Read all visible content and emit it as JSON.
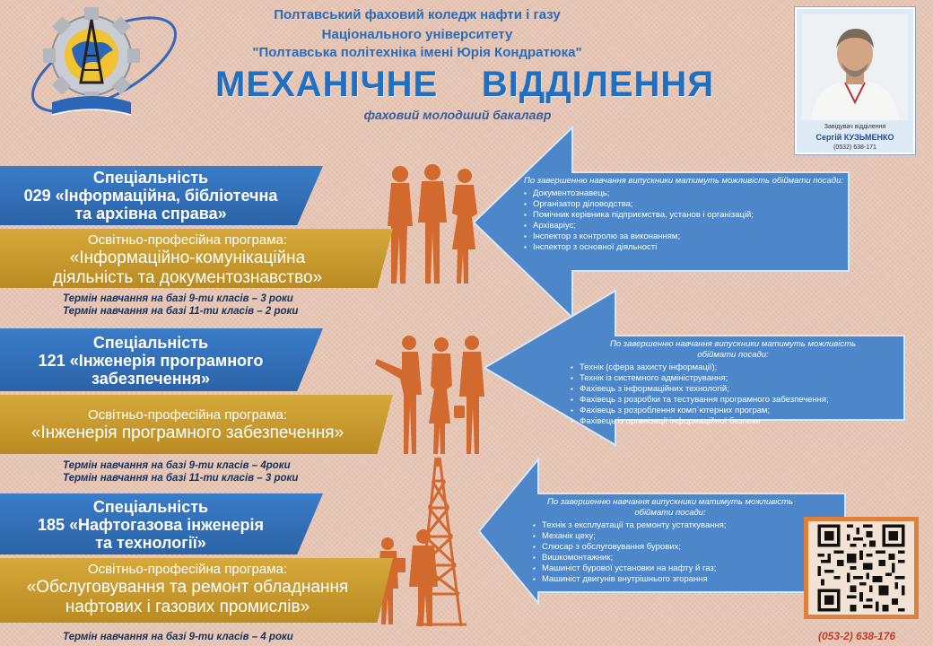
{
  "header": {
    "college_lines": [
      "Полтавський фаховий коледж нафти і газу",
      "Національного університету",
      "\"Полтавська політехніка імені Юрія Кондратюка\""
    ],
    "department_title": "МЕХАНІЧНЕ    ВІДДІЛЕННЯ",
    "degree": "фаховий молодший бакалавр"
  },
  "head": {
    "role": "Завідувач відділення",
    "name": "Сергій КУЗЬМЕНКО",
    "phone": "(0532) 638-171"
  },
  "specialties": [
    {
      "line1": "Спеціальність",
      "line2": "029 «Інформаційна, бібліотечна",
      "line3": "та архівна справа»",
      "program_label": "Освітньо-професійна програма:",
      "program_line1": "«Інформаційно-комунікаційна",
      "program_line2": "діяльність та документознавство»",
      "terms": [
        "Термін навчання на базі   9-ти класів – 3 роки",
        "Термін навчання на базі 11-ти класів – 2 роки"
      ],
      "positions_intro": "По завершенню навчання випускники матимуть можливість обіймати посади:",
      "positions": [
        "Документознавець;",
        "Організатор діловодства;",
        "Помічник керівника підприємства, установ і організацій;",
        "Архіваріус;",
        "Інспектор з контролю за виконанням;",
        "Інспектор з основної діяльності"
      ]
    },
    {
      "line1": "Спеціальність",
      "line2": "121 «Інженерія програмного",
      "line3": "забезпечення»",
      "program_label": "Освітньо-професійна програма:",
      "program_line1": "«Інженерія  програмного забезпечення»",
      "program_line2": "",
      "terms": [
        "Термін навчання на базі 9-ти класів – 4роки",
        "Термін навчання на базі 11-ти класів – 3 роки"
      ],
      "positions_intro": "По завершенню навчання випускники матимуть можливість обіймати посади:",
      "positions": [
        "Технік (сфера захисту інформації);",
        "Технік із системного адміністрування;",
        "Фахівець з інформаційних технологій;",
        "Фахівець з розробки та тестування програмного забезпечення;",
        "Фахівець з розроблення комп`ютерних програм;",
        "Фахівець із організації інформаційної безпеки"
      ]
    },
    {
      "line1": "Спеціальність",
      "line2": "185 «Нафтогазова інженерія",
      "line3": "та технології»",
      "program_label": "Освітньо-професійна програма:",
      "program_line1": "«Обслуговування  та ремонт обладнання",
      "program_line2": "нафтових і газових промислів»",
      "terms": [
        "Термін навчання на базі 9-ти класів – 4 роки"
      ],
      "positions_intro": "По завершенню навчання випускники матимуть можливість обіймати посади:",
      "positions": [
        "Технік з експлуатації та ремонту устаткування;",
        "Механік цеху;",
        "Слюсар з обслуговування бурових;",
        "Вишкомонтажник;",
        "Машиніст бурової установки на нафту й газ;",
        "Машиніст двигунів внутрішнього згорання"
      ]
    }
  ],
  "contact_phone": "(053-2) 638-176",
  "colors": {
    "background": "#e9c6b4",
    "blue": "#2b63a8",
    "gold": "#c89a2c",
    "arrow": "#4d86c9",
    "silhouette": "#d2692e",
    "title": "#1f6fc2"
  },
  "icons": [
    "college-logo-icon",
    "people-silhouette-icon",
    "oil-rig-icon",
    "qr-code-icon"
  ]
}
